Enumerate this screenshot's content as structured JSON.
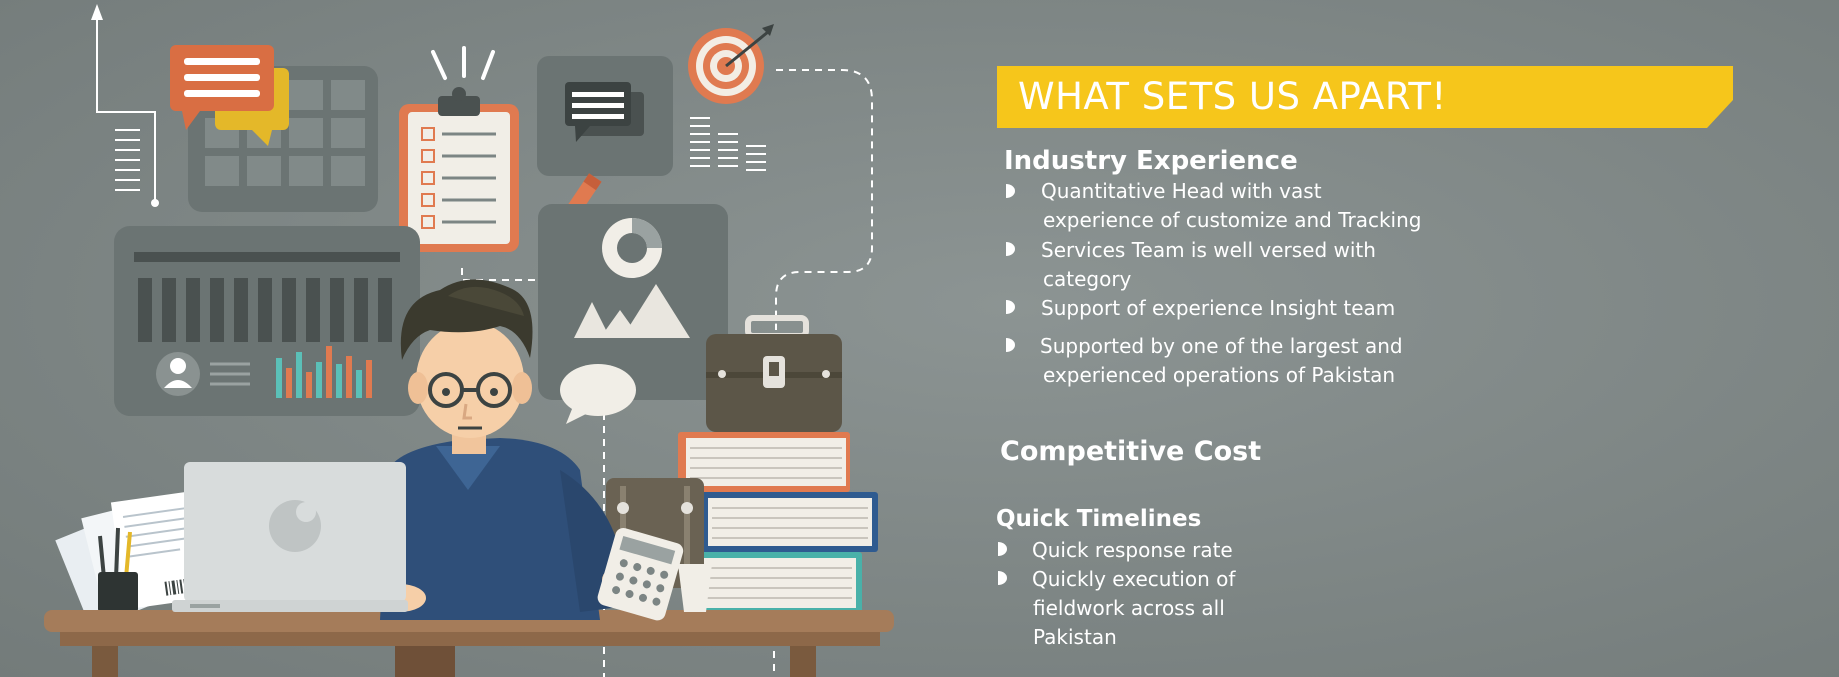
{
  "banner": {
    "title": "WHAT SETS US APART!"
  },
  "sections": {
    "industry": {
      "heading": "Industry Experience",
      "items": [
        {
          "line1": "Quantitative Head with vast",
          "line2": "experience of customize and Tracking"
        },
        {
          "line1": "Services Team is well versed with",
          "line2": "category"
        },
        {
          "line1": "Support of experience Insight team"
        },
        {
          "line1": "Supported by one of the largest and",
          "line2": "experienced operations of Pakistan"
        }
      ]
    },
    "cost": {
      "heading": "Competitive Cost"
    },
    "timelines": {
      "heading": "Quick Timelines",
      "items": [
        {
          "line1": "Quick response rate"
        },
        {
          "line1": "Quickly execution of",
          "line2": "fieldwork across all",
          "line3": "Pakistan"
        }
      ]
    }
  },
  "colors": {
    "background": "#7f8786",
    "banner_yellow": "#f6c61b",
    "text_white": "#ffffff",
    "accent_orange": "#e07a50",
    "panel_dark": "#6b7473",
    "shirt_blue": "#2f4f79",
    "desk_brown": "#a57c5a"
  },
  "icons": [
    "chat-bubble-icon",
    "clipboard-icon",
    "target-icon",
    "pencil-icon",
    "pie-chart-icon",
    "briefcase-icon",
    "laptop-icon",
    "calculator-icon",
    "books-icon",
    "avatar-icon",
    "bar-chart-icon",
    "bullet-icon"
  ]
}
